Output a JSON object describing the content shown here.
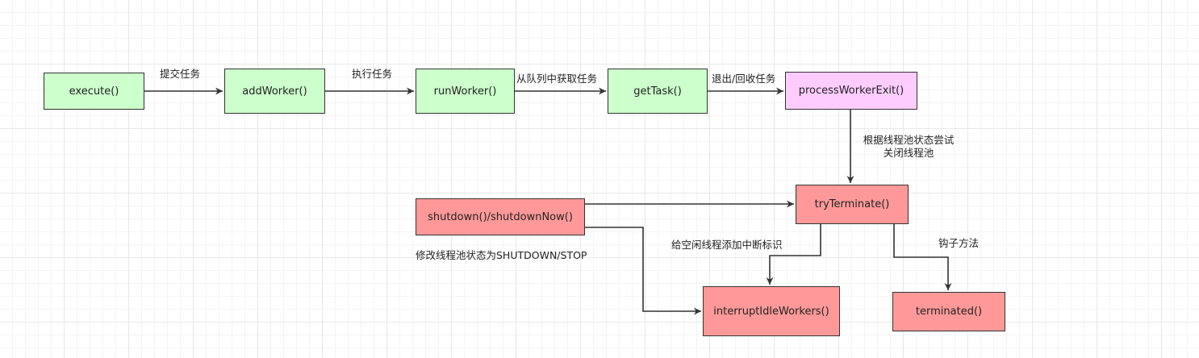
{
  "nodes": {
    "execute": {
      "label": "execute()",
      "fill": "#ccffcc"
    },
    "add_worker": {
      "label": "addWorker()",
      "fill": "#ccffcc"
    },
    "run_worker": {
      "label": "runWorker()",
      "fill": "#ccffcc"
    },
    "get_task": {
      "label": "getTask()",
      "fill": "#ccffcc"
    },
    "process_worker_exit": {
      "label": "processWorkerExit()",
      "fill": "#ffccff"
    },
    "try_terminate": {
      "label": "tryTerminate()",
      "fill": "#ff9999"
    },
    "shutdown": {
      "label": "shutdown()/shutdownNow()",
      "fill": "#ff9999"
    },
    "interrupt_idle_workers": {
      "label": "interruptIdleWorkers()",
      "fill": "#ff9999"
    },
    "terminated": {
      "label": "terminated()",
      "fill": "#ff9999"
    }
  },
  "edges": {
    "submit_task": "提交任务",
    "execute_task": "执行任务",
    "fetch_from_queue": "从队列中获取任务",
    "exit_recycle": "退出/回收任务",
    "try_close_line1": "根据线程池状态尝试",
    "try_close_line2": "关闭线程池",
    "mark_interrupt": "给空闲线程添加中断标识",
    "hook_method": "钩子方法",
    "modify_state": "修改线程池状态为SHUTDOWN/STOP"
  }
}
